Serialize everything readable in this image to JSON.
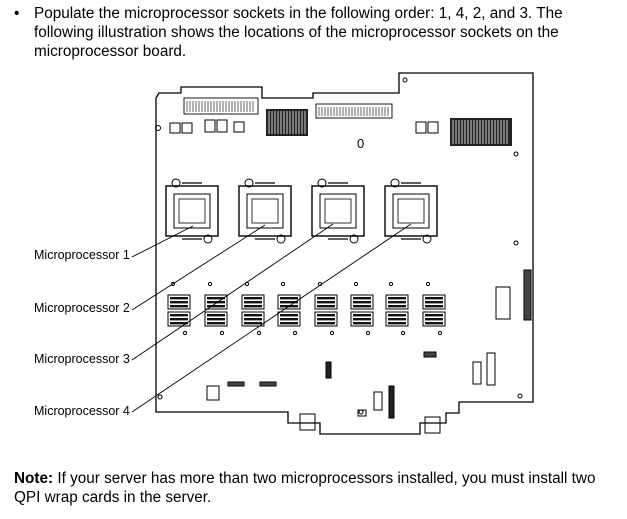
{
  "instruction": {
    "bullet": "•",
    "text": "Populate the microprocessor sockets in the following order: 1, 4, 2, and 3. The following illustration shows the locations of the microprocessor sockets on the microprocessor board."
  },
  "callouts": [
    "Microprocessor 1",
    "Microprocessor 2",
    "Microprocessor 3",
    "Microprocessor 4"
  ],
  "board_mark": "0",
  "note": {
    "label": "Note:",
    "text": "If your server has more than two microprocessors installed, you must install two QPI wrap cards in the server."
  }
}
